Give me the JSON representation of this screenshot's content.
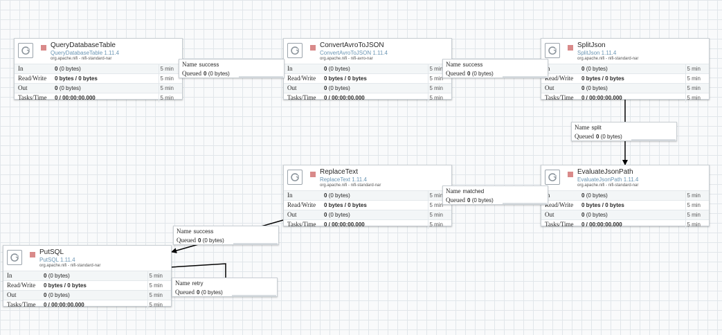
{
  "processors": {
    "query_db": {
      "name": "QueryDatabaseTable",
      "type": "QueryDatabaseTable 1.11.4",
      "bundle": "org.apache.nifi - nifi-standard-nar"
    },
    "convert_avro": {
      "name": "ConvertAvroToJSON",
      "type": "ConvertAvroToJSON 1.11.4",
      "bundle": "org.apache.nifi - nifi-avro-nar"
    },
    "split_json": {
      "name": "SplitJson",
      "type": "SplitJson 1.11.4",
      "bundle": "org.apache.nifi - nifi-standard-nar"
    },
    "evaluate_json": {
      "name": "EvaluateJsonPath",
      "type": "EvaluateJsonPath 1.11.4",
      "bundle": "org.apache.nifi - nifi-standard-nar"
    },
    "replace_text": {
      "name": "ReplaceText",
      "type": "ReplaceText 1.11.4",
      "bundle": "org.apache.nifi - nifi-standard-nar"
    },
    "put_sql": {
      "name": "PutSQL",
      "type": "PutSQL 1.11.4",
      "bundle": "org.apache.nifi - nifi-standard-nar"
    }
  },
  "stats": {
    "labels": {
      "in": "In",
      "read_write": "Read/Write",
      "out": "Out",
      "tasks": "Tasks/Time"
    },
    "values": {
      "in_count": "0",
      "in_bytes": "(0 bytes)",
      "read_write": "0 bytes / 0 bytes",
      "out_count": "0",
      "out_bytes": "(0 bytes)",
      "tasks": "0 / 00:00:00.000"
    },
    "window": "5 min"
  },
  "connections": {
    "labels": {
      "name": "Name",
      "queued": "Queued"
    },
    "queued_count": "0",
    "queued_bytes": "(0 bytes)",
    "c1": {
      "relationship": "success"
    },
    "c2": {
      "relationship": "success"
    },
    "c3": {
      "relationship": "split"
    },
    "c4": {
      "relationship": "matched"
    },
    "c5": {
      "relationship": "success"
    },
    "c6": {
      "relationship": "retry"
    }
  }
}
